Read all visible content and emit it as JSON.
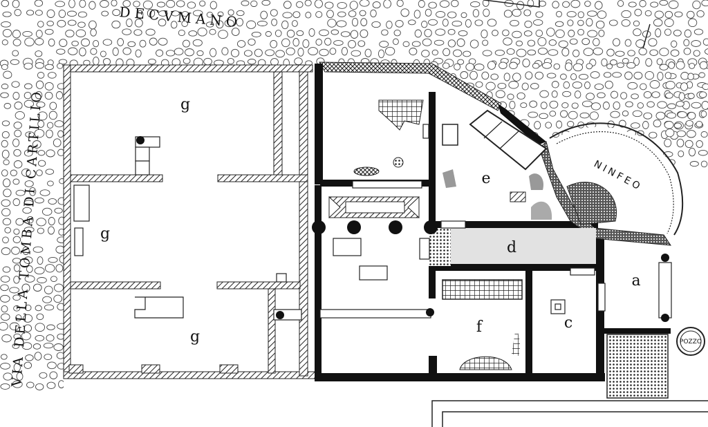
{
  "streets": {
    "north": "DECVMANO",
    "west": "VIA DELLA TOMBA DI CARTILIO"
  },
  "features": {
    "nymphaeum": "NINFEO",
    "well": "POZZO"
  },
  "rooms": {
    "a": "a",
    "c": "c",
    "d": "d",
    "e": "e",
    "f": "f",
    "g1": "g",
    "g2": "g",
    "g3": "g"
  },
  "colors": {
    "wall_solid": "#111111",
    "paving_stone": "#ffffff",
    "paving_outline": "#444444",
    "hatch": "#222222",
    "shaded_room": "#e2e2e2"
  }
}
